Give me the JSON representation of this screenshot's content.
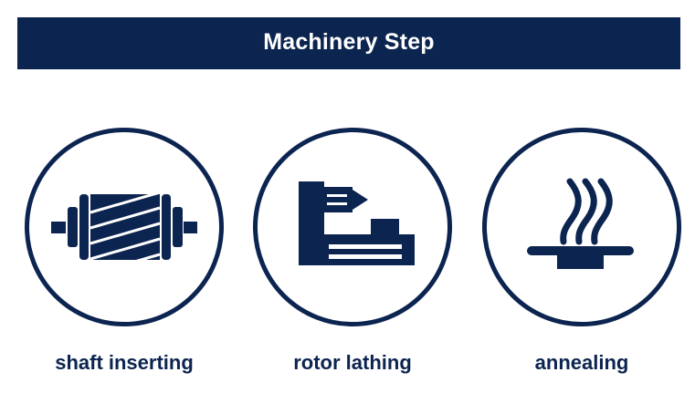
{
  "header": {
    "title": "Machinery Step"
  },
  "colors": {
    "primary": "#0c2450",
    "background": "#ffffff",
    "banner_text": "#ffffff"
  },
  "steps": [
    {
      "label": "shaft inserting",
      "icon": "motor-rotor-icon"
    },
    {
      "label": "rotor lathing",
      "icon": "lathe-machine-icon"
    },
    {
      "label": "annealing",
      "icon": "heat-plate-icon"
    }
  ]
}
